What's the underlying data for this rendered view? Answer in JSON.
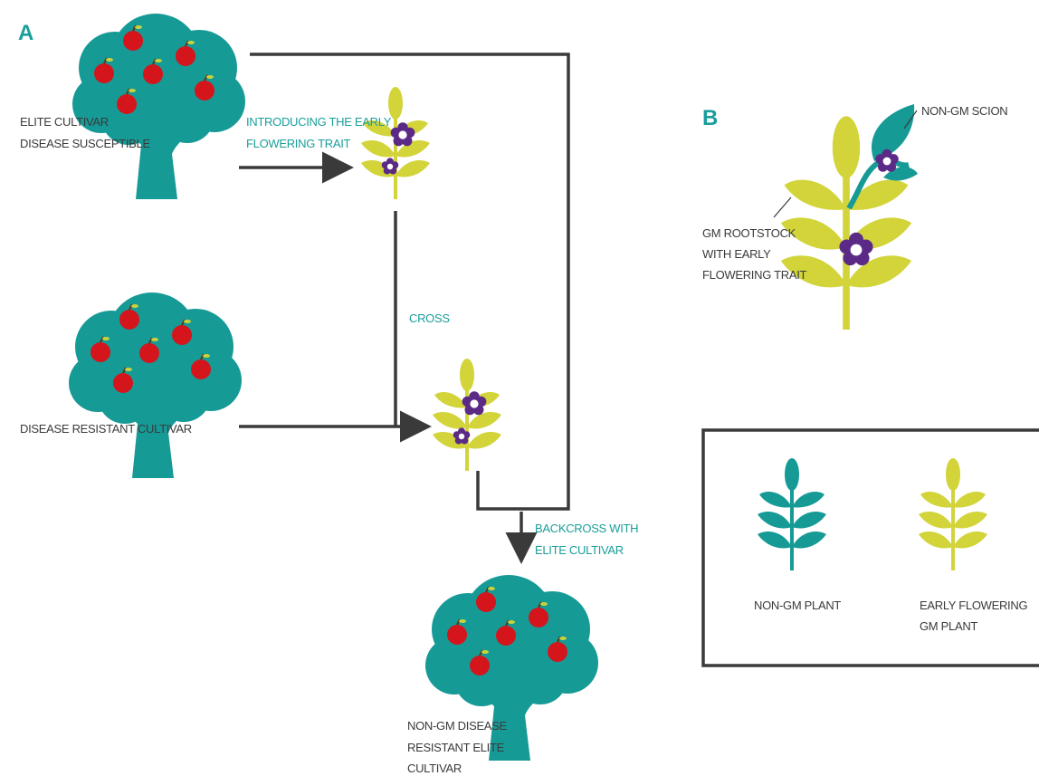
{
  "colors": {
    "tree": "#169a96",
    "apple": "#d4151c",
    "leaf_gm": "#d2d43a",
    "leaf_nongm": "#169a96",
    "flower": "#5b2a86",
    "line": "#3a3a3a",
    "label_teal": "#1a9e9a",
    "label_dark": "#3a3a3a"
  },
  "panel_a": {
    "letter": "A",
    "elite_label": [
      "ELITE CULTIVAR",
      "DISEASE SUSCEPTIBLE"
    ],
    "resistant_label": "DISEASE RESISTANT CULTIVAR",
    "intro_label": [
      "INTRODUCING THE EARLY",
      "FLOWERING TRAIT"
    ],
    "cross_label": "CROSS",
    "backcross_label": [
      "BACKCROSS WITH",
      "ELITE CULTIVAR"
    ],
    "result_label": [
      "NON-GM DISEASE",
      "RESISTANT ELITE",
      "CULTIVAR"
    ]
  },
  "panel_b": {
    "letter": "B",
    "scion_label": "NON-GM SCION",
    "rootstock_label": [
      "GM ROOTSTOCK",
      "WITH EARLY",
      "FLOWERING TRAIT"
    ]
  },
  "legend": {
    "nongm_label": "NON-GM PLANT",
    "gm_label": [
      "EARLY FLOWERING",
      "GM PLANT"
    ]
  }
}
